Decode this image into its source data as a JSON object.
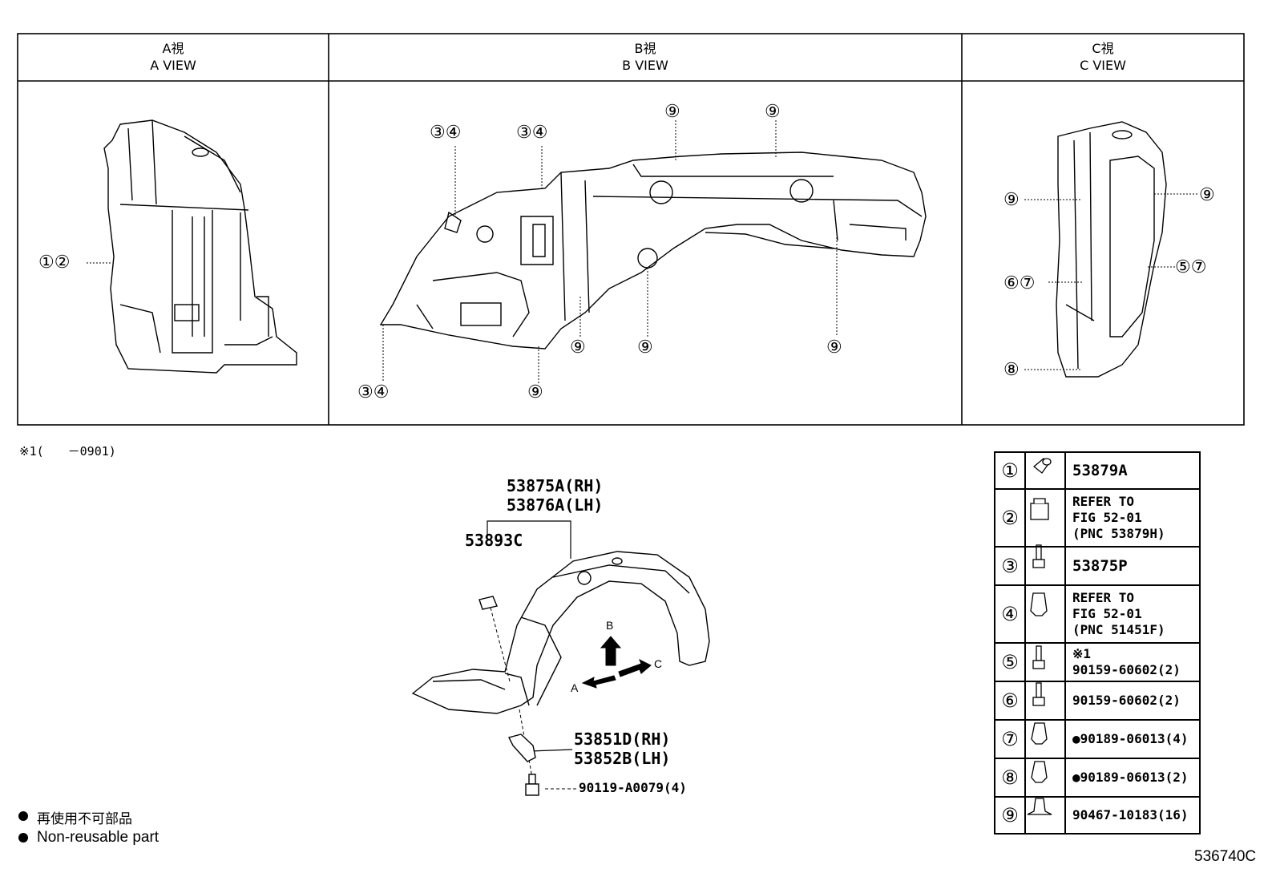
{
  "views": [
    {
      "jp": "A視",
      "en": "A VIEW"
    },
    {
      "jp": "B視",
      "en": "B VIEW"
    },
    {
      "jp": "C視",
      "en": "C VIEW"
    }
  ],
  "callouts": {
    "a12": "①②",
    "b34a": "③④",
    "b34b": "③④",
    "b34c": "③④",
    "b9": "⑨",
    "c9": "⑨",
    "c67": "⑥⑦",
    "c57": "⑤⑦",
    "c8": "⑧"
  },
  "note": "※1(　　－0901)",
  "labels": {
    "main_rh": "53875A(RH)",
    "main_lh": "53876A(LH)",
    "clip": "53893C",
    "bracket_rh": "53851D(RH)",
    "bracket_lh": "53852B(LH)",
    "bolt": "90119-A0079(4)"
  },
  "arrows": {
    "a": "A",
    "b": "B",
    "c": "C"
  },
  "parts": [
    {
      "num": "①",
      "icon": "clip-icon",
      "desc": "53879A"
    },
    {
      "num": "②",
      "icon": "nut-clip-icon",
      "desc": "REFER TO\nFIG 52-01\n(PNC 53879H)"
    },
    {
      "num": "③",
      "icon": "screw-icon",
      "desc": "53875P"
    },
    {
      "num": "④",
      "icon": "push-clip-icon",
      "desc": "REFER TO\nFIG 52-01\n(PNC 51451F)"
    },
    {
      "num": "⑤",
      "icon": "screw-icon",
      "desc": "※1\n90159-60602(2)"
    },
    {
      "num": "⑥",
      "icon": "screw-icon",
      "desc": "90159-60602(2)"
    },
    {
      "num": "⑦",
      "icon": "push-clip-icon",
      "desc": "●90189-06013(4)"
    },
    {
      "num": "⑧",
      "icon": "push-clip-icon",
      "desc": "●90189-06013(2)"
    },
    {
      "num": "⑨",
      "icon": "rivet-clip-icon",
      "desc": "90467-10183(16)"
    }
  ],
  "legend": {
    "jp": "再使用不可部品",
    "en": "Non-reusable part"
  },
  "figure_id": "536740C"
}
